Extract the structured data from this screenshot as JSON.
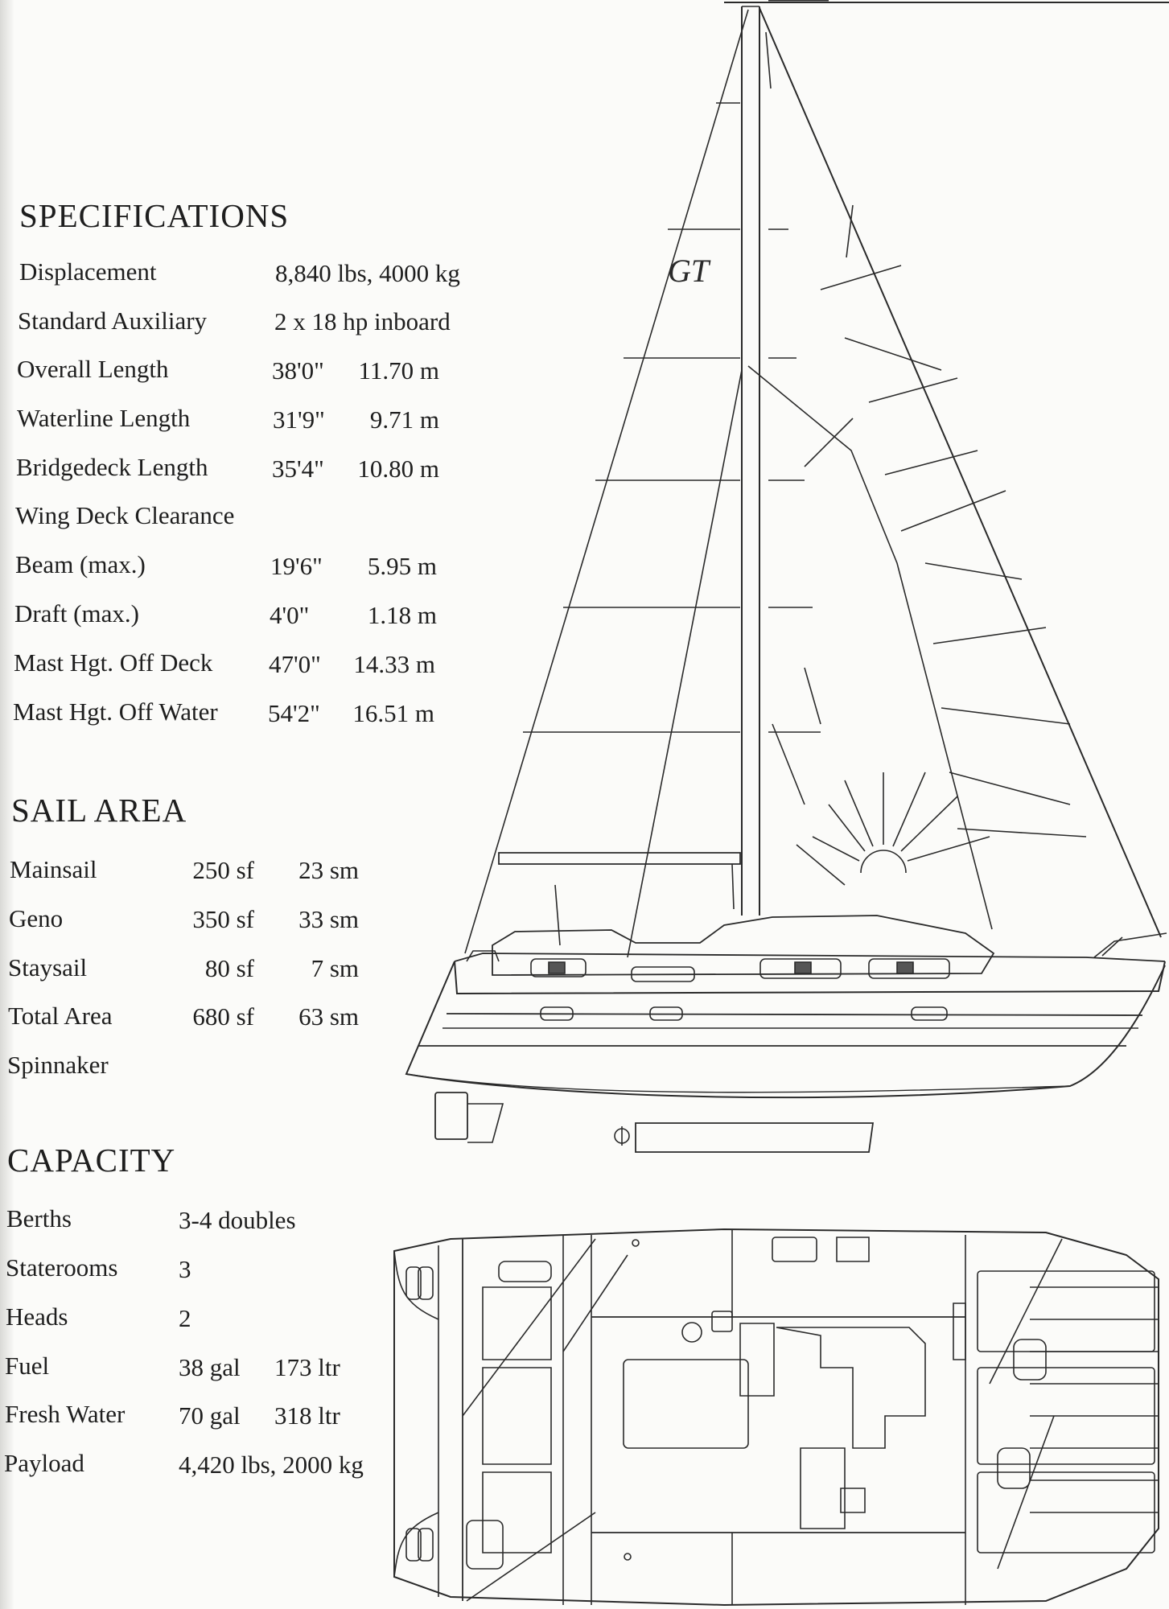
{
  "specifications": {
    "heading": "SPECIFICATIONS",
    "rows": [
      {
        "label": "Displacement",
        "imperial": "8,840 lbs, 4000 kg",
        "metric": ""
      },
      {
        "label": "Standard Auxiliary",
        "imperial": "2 x 18 hp inboard",
        "metric": ""
      },
      {
        "label": "Overall Length",
        "imperial": "38'0\"",
        "metric": "11.70 m"
      },
      {
        "label": "Waterline Length",
        "imperial": "31'9\"",
        "metric": "9.71 m"
      },
      {
        "label": "Bridgedeck Length",
        "imperial": "35'4\"",
        "metric": "10.80 m"
      },
      {
        "label": "Wing Deck Clearance",
        "imperial": "",
        "metric": ""
      },
      {
        "label": "Beam (max.)",
        "imperial": "19'6\"",
        "metric": "5.95 m"
      },
      {
        "label": "Draft (max.)",
        "imperial": "4'0\"",
        "metric": "1.18 m"
      },
      {
        "label": "Mast Hgt. Off Deck",
        "imperial": "47'0\"",
        "metric": "14.33 m"
      },
      {
        "label": "Mast Hgt. Off Water",
        "imperial": "54'2\"",
        "metric": "16.51 m"
      }
    ]
  },
  "sail_area": {
    "heading": "SAIL AREA",
    "rows": [
      {
        "label": "Mainsail",
        "imperial": "250 sf",
        "metric": "23 sm"
      },
      {
        "label": "Geno",
        "imperial": "350 sf",
        "metric": "33 sm"
      },
      {
        "label": "Staysail",
        "imperial": "80 sf",
        "metric": "7 sm"
      },
      {
        "label": "Total Area",
        "imperial": "680 sf",
        "metric": "63 sm"
      },
      {
        "label": "Spinnaker",
        "imperial": "",
        "metric": ""
      }
    ]
  },
  "capacity": {
    "heading": "CAPACITY",
    "rows": [
      {
        "label": "Berths",
        "imperial": "3-4 doubles",
        "metric": ""
      },
      {
        "label": "Staterooms",
        "imperial": "3",
        "metric": ""
      },
      {
        "label": "Heads",
        "imperial": "2",
        "metric": ""
      },
      {
        "label": "Fuel",
        "imperial": "38 gal",
        "metric": "173 ltr"
      },
      {
        "label": "Fresh Water",
        "imperial": "70 gal",
        "metric": "318 ltr"
      },
      {
        "label": "Payload",
        "imperial": "4,420 lbs, 2000 kg",
        "metric": ""
      }
    ]
  },
  "drawings": {
    "sail_plan_logo": "GT",
    "profile": "sail-plan-profile",
    "accommodation": "accommodation-plan"
  }
}
